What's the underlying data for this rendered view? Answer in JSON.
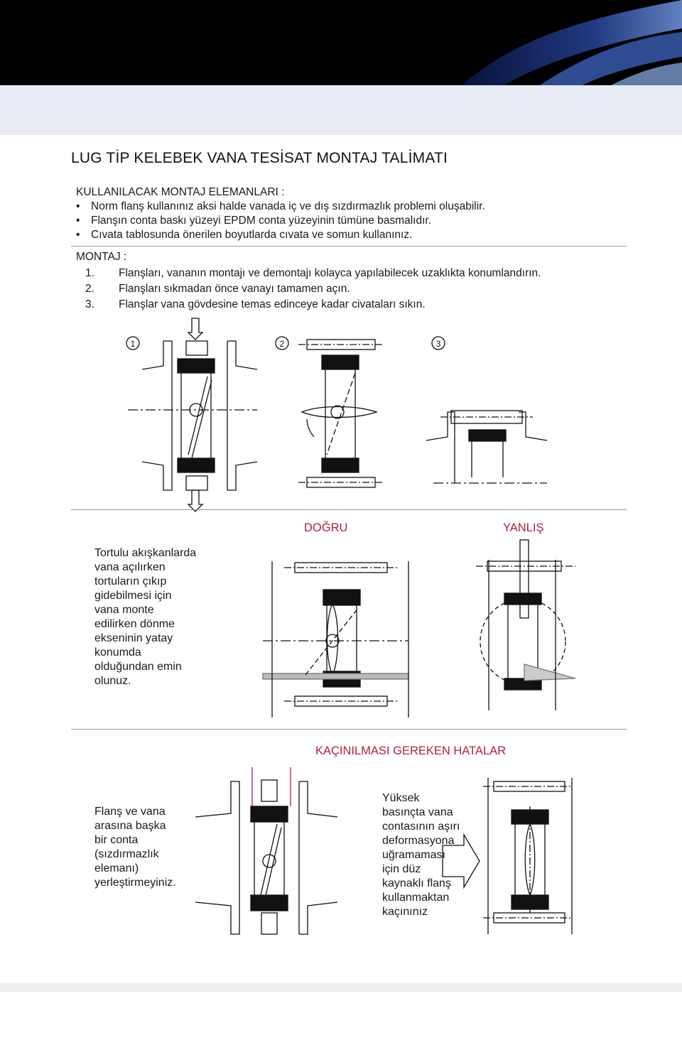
{
  "title": "LUG TİP KELEBEK VANA TESİSAT MONTAJ TALİMATI",
  "elements_heading": "KULLANILACAK MONTAJ ELEMANLARI :",
  "bullets": [
    "Norm flanş kullanınız aksi halde vanada iç ve dış sızdırmazlık problemi oluşabilir.",
    "Flanşın conta baskı yüzeyi EPDM conta yüzeyinin tümüne basmalıdır.",
    "Cıvata tablosunda önerilen boyutlarda cıvata ve somun kullanınız."
  ],
  "montaj_heading": "MONTAJ :",
  "steps": [
    {
      "num": "1.",
      "text": "Flanşları, vananın montajı ve demontajı kolayca yapılabilecek uzaklıkta konumlandırın."
    },
    {
      "num": "2.",
      "text": "Flanşları sıkmadan önce vanayı tamamen açın."
    },
    {
      "num": "3.",
      "text": "Flanşlar vana gövdesine temas edinceye kadar civataları sıkın."
    }
  ],
  "step_markers": [
    "1",
    "2",
    "3"
  ],
  "section_correct": {
    "label_correct": "DOĞRU",
    "label_wrong": "YANLIŞ",
    "text": [
      "Tortulu akışkanlarda",
      "vana açılırken",
      "tortuların çıkıp",
      "gidebilmesi için",
      "vana monte",
      "edilirken dönme",
      "ekseninin yatay",
      "konumda",
      "olduğundan emin",
      "olunuz."
    ]
  },
  "section_errors": {
    "heading": "KAÇINILMASI GEREKEN HATALAR",
    "text_left": [
      "Flanş ve vana",
      "arasına başka",
      "bir conta",
      "(sızdırmazlık",
      "elemanı)",
      "yerleştirmeyiniz."
    ],
    "text_right": [
      "Yüksek",
      "basınçta vana",
      "contasının aşırı",
      "deformasyona",
      "uğramaması",
      "için düz",
      "kaynaklı flanş",
      "kullanmaktan",
      "kaçınınız"
    ]
  },
  "colors": {
    "accent_red": "#b3203c",
    "header_black": "#000000",
    "band": "#e9ecf5"
  }
}
